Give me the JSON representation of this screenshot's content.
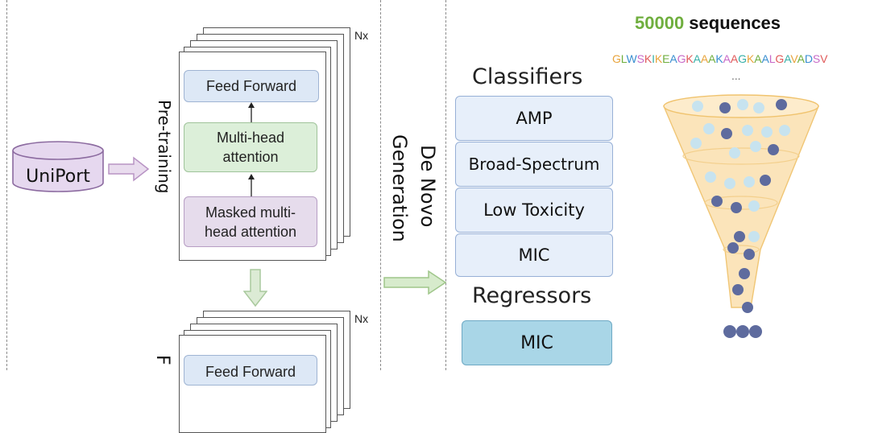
{
  "uniport": {
    "label": "UniPort"
  },
  "pretraining": {
    "label": "Pre-training",
    "nx": "Nx",
    "feed_forward": "Feed Forward",
    "multi_head": "Multi-head attention",
    "masked": "Masked multi-head attention"
  },
  "finetune": {
    "nx": "Nx",
    "feed_forward": "Feed Forward",
    "side_label_partial": "F"
  },
  "de_novo": {
    "line1": "De Novo",
    "line2": "Generation"
  },
  "classifiers": {
    "title": "Classifiers",
    "items": [
      "AMP",
      "Broad-Spectrum",
      "Low Toxicity",
      "MIC"
    ]
  },
  "regressors": {
    "title": "Regressors",
    "items": [
      "MIC"
    ]
  },
  "sequences": {
    "count": "50000",
    "label": " sequences",
    "example": "GLWSKIKEAGKAAAKAAGKAALGAVADSV",
    "ellipsis": "...",
    "letter_colors": [
      "#e8a43c",
      "#6fae3e",
      "#3a8fd0",
      "#c86ac8",
      "#e05a5a",
      "#38b0a8"
    ]
  },
  "colors": {
    "arrow_fill": "#e9dcee",
    "arrow_stroke": "#b893c4",
    "down_arrow_fill": "#dcebd5",
    "down_arrow_stroke": "#a9c99d",
    "gen_arrow_fill": "#d7ebcc",
    "gen_arrow_stroke": "#9fc68a",
    "cylinder_fill": "#e6d8ef",
    "cylinder_stroke": "#8c6ba0",
    "funnel_fill": "#fbe0b0",
    "funnel_stroke": "#f0c36e",
    "ball_light": "#c7e3ef",
    "ball_dark": "#5e6b9e"
  }
}
